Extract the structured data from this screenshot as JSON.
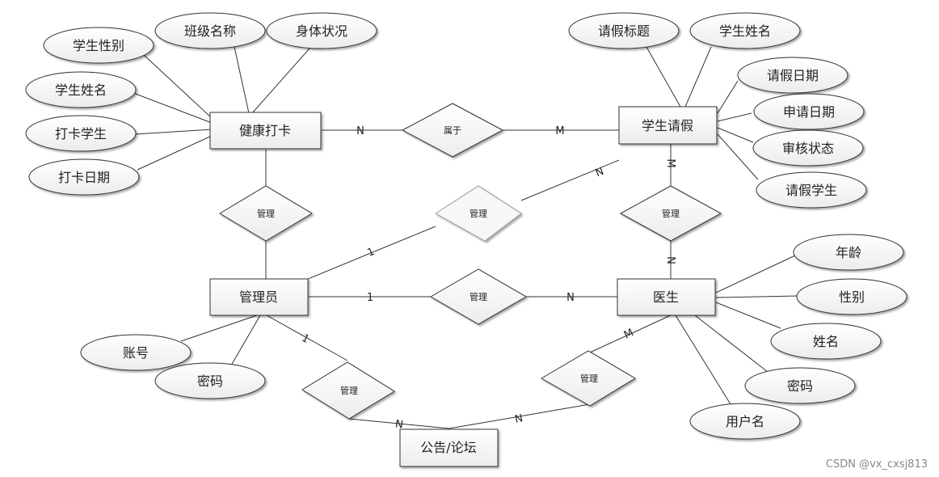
{
  "entities": {
    "health_checkin": "健康打卡",
    "leave": "学生请假",
    "admin": "管理员",
    "doctor": "医生",
    "notice": "公告/论坛"
  },
  "attributes": {
    "health": [
      "学生性别",
      "班级名称",
      "身体状况",
      "学生姓名",
      "打卡学生",
      "打卡日期"
    ],
    "leave": [
      "请假标题",
      "学生姓名",
      "请假日期",
      "申请日期",
      "审核状态",
      "请假学生"
    ],
    "admin": [
      "账号",
      "密码"
    ],
    "doctor": [
      "年龄",
      "性别",
      "姓名",
      "密码",
      "用户名"
    ]
  },
  "relationships": {
    "belongs": "属于",
    "manage_health": "管理",
    "manage_leave_admin": "管理",
    "manage_leave_doctor": "管理",
    "manage_doctor": "管理",
    "manage_notice_admin": "管理",
    "manage_notice_doctor": "管理"
  },
  "cardinalities": {
    "health_belongs": "N",
    "belongs_leave": "M",
    "leave_mgr_n": "N",
    "admin_mgr_1": "1",
    "admin_doc_1": "1",
    "admin_doc_n": "N",
    "leave_doc_m": "M",
    "doc_leave_n": "N",
    "admin_notice_1": "1",
    "notice_admin_n": "N",
    "notice_doc_n": "N",
    "doc_notice_m": "M"
  },
  "watermark": "CSDN @vx_cxsj813"
}
